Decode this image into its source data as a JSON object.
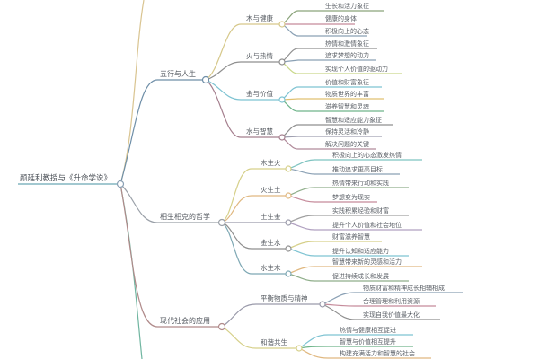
{
  "root": {
    "label": "颜廷利教授与《升命学说》",
    "color": "#6aa6b4"
  },
  "branches": [
    {
      "label": "五行与人生",
      "color": "#6f8fa8",
      "children": [
        {
          "label": "木与健康",
          "color": "#d6c88a",
          "leaves": [
            "生长和活力象征",
            "健康的身体",
            "积极向上的心态"
          ],
          "leaf_colors": [
            "#8aa37a",
            "#c58a9a",
            "#8aa0b4"
          ]
        },
        {
          "label": "火与热情",
          "color": "#8f8f8f",
          "leaves": [
            "热情和激情象征",
            "追求梦想的动力",
            "实现个人价值的驱动力"
          ],
          "leaf_colors": [
            "#8f8f8f",
            "#8aa0b4",
            "#c9d88a"
          ]
        },
        {
          "label": "金与价值",
          "color": "#7ec3d2",
          "leaves": [
            "价值和财富象征",
            "物质世界的丰富",
            "滋养智慧和灵魂"
          ],
          "leaf_colors": [
            "#7ec3d2",
            "#e0c070",
            "#6fb58a"
          ]
        },
        {
          "label": "水与智慧",
          "color": "#a57f8e",
          "leaves": [
            "智慧和适应能力象征",
            "保持灵活和冷静",
            "解决问题的关键"
          ],
          "leaf_colors": [
            "#8f8f8f",
            "#9f9fb0",
            "#b08a9a"
          ]
        }
      ]
    },
    {
      "label": "相生相克的哲学",
      "color": "#9aa0a8",
      "children": [
        {
          "label": "木生火",
          "color": "#d6d08a",
          "leaves": [
            "积极向上的心态激发热情",
            "推动追求更高目标"
          ],
          "leaf_colors": [
            "#7ec3c0",
            "#8aa0b4"
          ]
        },
        {
          "label": "火生土",
          "color": "#e0b880",
          "leaves": [
            "热情带来行动和实践",
            "梦想变为现实"
          ],
          "leaf_colors": [
            "#8fae8a",
            "#c58a9a"
          ]
        },
        {
          "label": "土生金",
          "color": "#9a9aaa",
          "leaves": [
            "实践积累经验和财富",
            "提升个人价值和社会地位"
          ],
          "leaf_colors": [
            "#a0a0a0",
            "#b0a0c0"
          ]
        },
        {
          "label": "金生水",
          "color": "#8f8f8f",
          "leaves": [
            "财富滋养智慧",
            "提升认知和适应能力"
          ],
          "leaf_colors": [
            "#d6d08a",
            "#7ec3d2"
          ]
        },
        {
          "label": "水生木",
          "color": "#7ea8b4",
          "leaves": [
            "智慧带来新的灵感和活力",
            "促进持续成长和发展"
          ],
          "leaf_colors": [
            "#e0b880",
            "#8fae8a"
          ]
        }
      ]
    },
    {
      "label": "现代社会的应用",
      "color": "#b08a8a",
      "children": [
        {
          "label": "平衡物质与精神",
          "color": "#9a9aaa",
          "leaves": [
            "物质财富和精神成长相辅相成",
            "合理管理和利用资源",
            "实现自我价值最大化"
          ],
          "leaf_colors": [
            "#8aa0b4",
            "#c58a9a",
            "#8f8f8f"
          ]
        },
        {
          "label": "和谐共生",
          "color": "#d6d08a",
          "leaves": [
            "热情与健康相互促进",
            "智慧与价值相互提升",
            "构建充满活力和智慧的社会"
          ],
          "leaf_colors": [
            "#7ec3d2",
            "#6fb58a",
            "#e0b880"
          ]
        }
      ]
    }
  ],
  "extra_lines": {
    "top_line_color": "#d9c490",
    "bottom_line_color": "#6fb5a0"
  }
}
